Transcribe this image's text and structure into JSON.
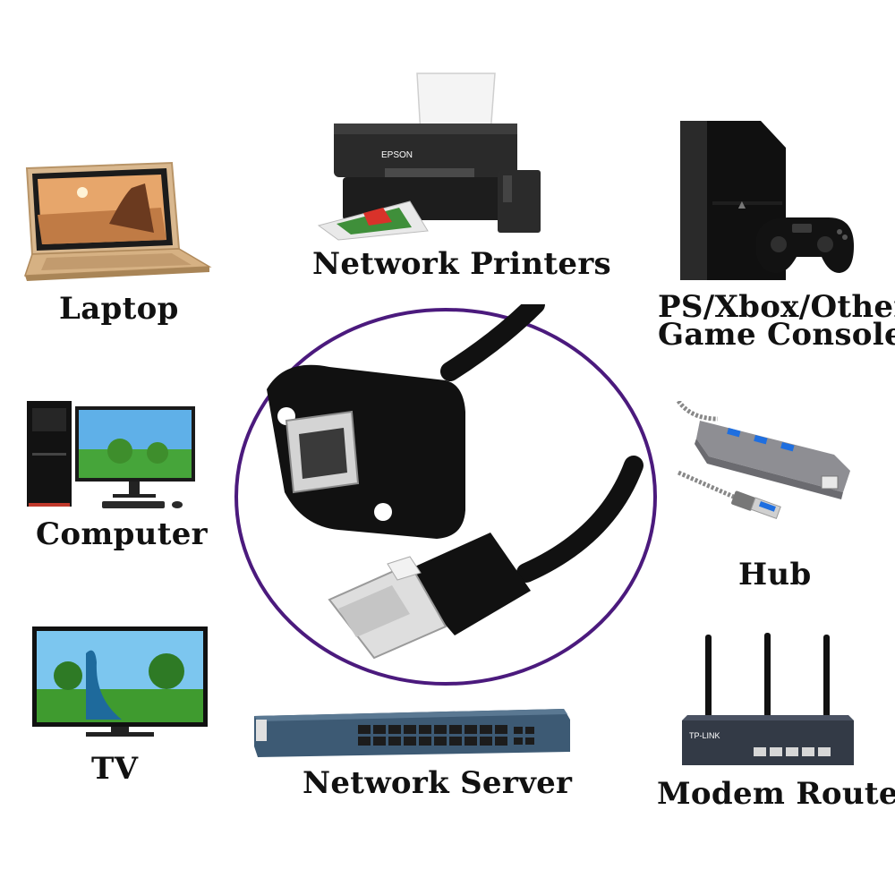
{
  "labels": {
    "laptop": "Laptop",
    "printers": "Network Printers",
    "console_line1": "PS/Xbox/Other",
    "console_line2": "Game Console",
    "computer": "Computer",
    "hub": "Hub",
    "tv": "TV",
    "server": "Network Server",
    "router": "Modem Router"
  },
  "product_marks": {
    "printer_brand": "EPSON",
    "router_brand": "TP-LINK"
  },
  "colors": {
    "circle_ring": "#4b1a7d",
    "cable": "#111111",
    "metal": "#c9c9c9",
    "hub_body": "#8e8e93",
    "usb_blue": "#1f6fe0",
    "server_body": "#3d5a74",
    "router_body": "#333a46"
  },
  "icons": [
    "laptop-icon",
    "printer-icon",
    "game-console-icon",
    "computer-icon",
    "usb-hub-icon",
    "tv-icon",
    "network-switch-icon",
    "router-icon",
    "ethernet-cable-icon"
  ]
}
